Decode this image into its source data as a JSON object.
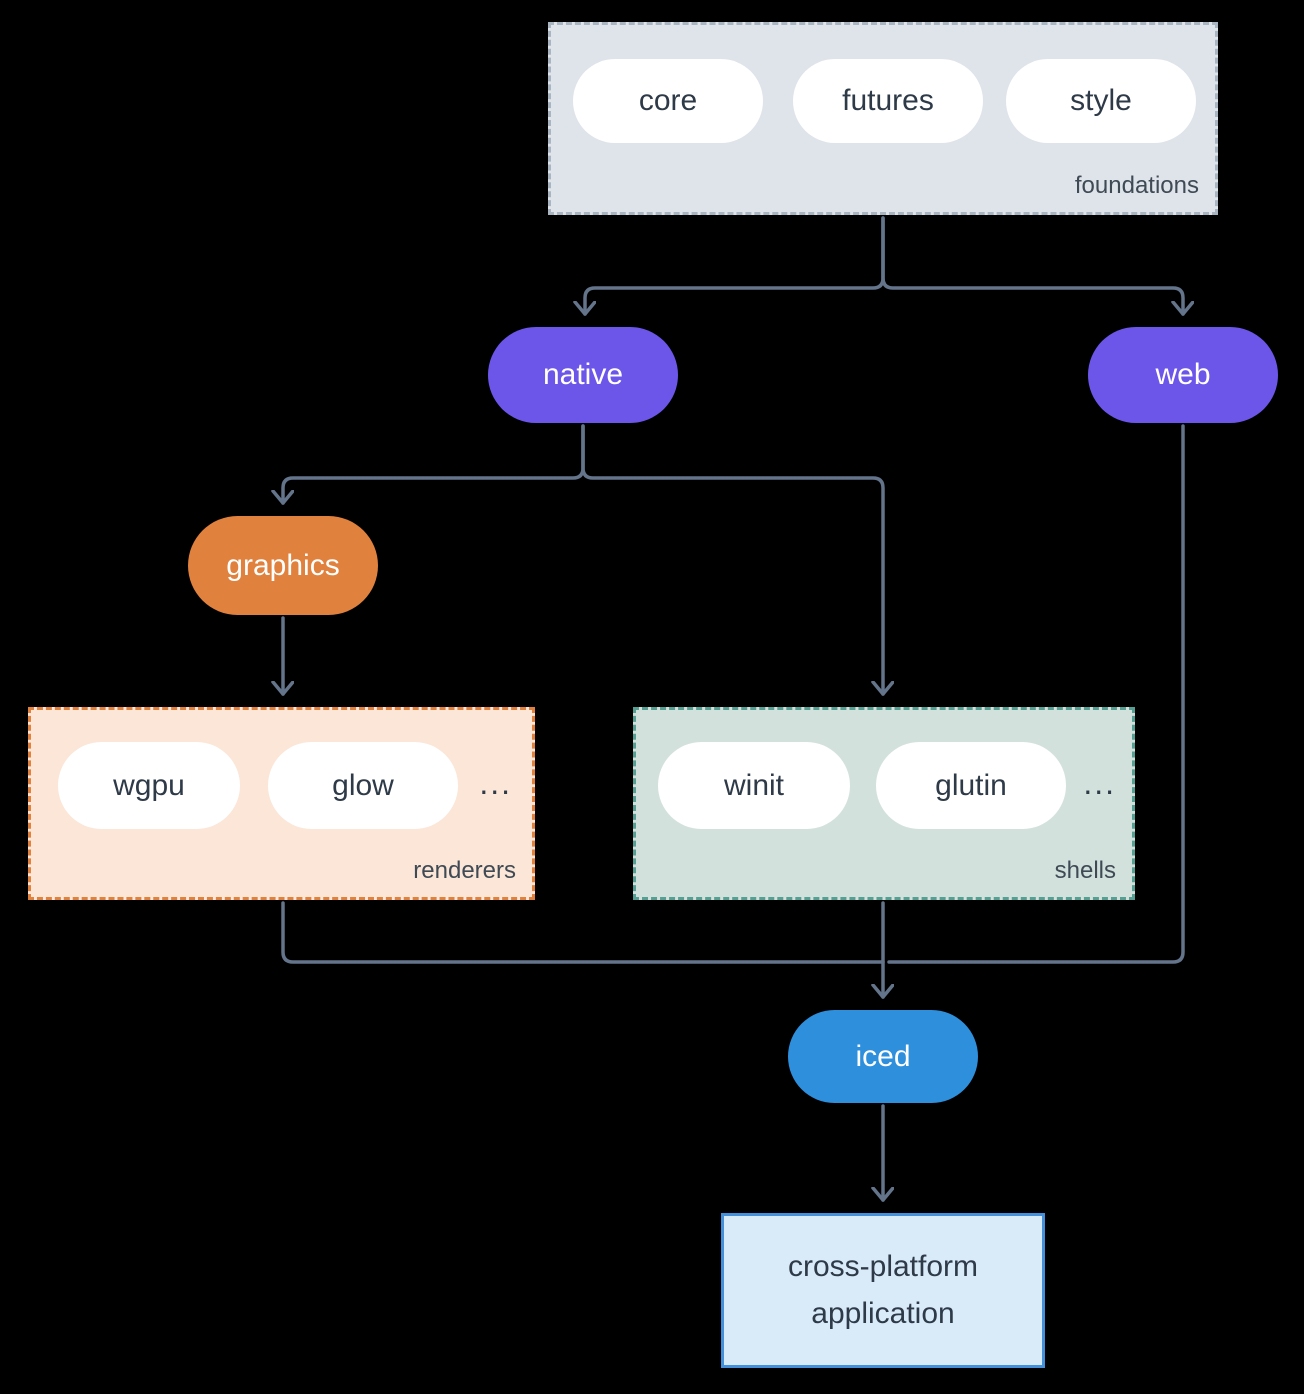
{
  "diagram": {
    "groups": {
      "foundations": {
        "label": "foundations",
        "items": [
          "core",
          "futures",
          "style"
        ]
      },
      "renderers": {
        "label": "renderers",
        "items": [
          "wgpu",
          "glow"
        ],
        "ellipsis": "..."
      },
      "shells": {
        "label": "shells",
        "items": [
          "winit",
          "glutin"
        ],
        "ellipsis": "..."
      }
    },
    "nodes": {
      "native": {
        "label": "native",
        "color": "#6c55e9"
      },
      "web": {
        "label": "web",
        "color": "#6c55e9"
      },
      "graphics": {
        "label": "graphics",
        "color": "#e0813d"
      },
      "iced": {
        "label": "iced",
        "color": "#2e8fdd"
      }
    },
    "application": {
      "label": "cross-platform application",
      "fill": "#d9eaf9",
      "border": "#4590da"
    },
    "connector_color": "#64748b",
    "background": "#000000"
  }
}
